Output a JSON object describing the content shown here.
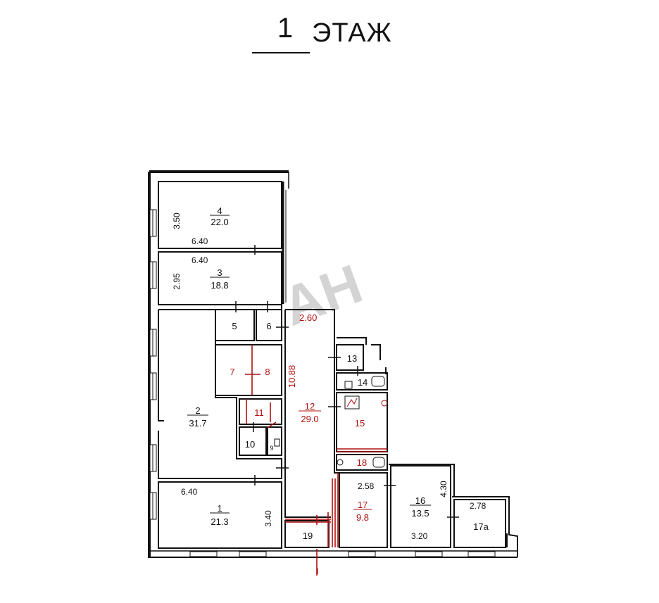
{
  "title": {
    "floor_number": "1",
    "floor_word": "ЭТАЖ"
  },
  "watermark": "АН",
  "rooms": [
    {
      "id": "r4",
      "number": "4",
      "area": "22.0"
    },
    {
      "id": "r3",
      "number": "3",
      "area": "18.8"
    },
    {
      "id": "r5",
      "number": "5"
    },
    {
      "id": "r6",
      "number": "6"
    },
    {
      "id": "r7",
      "number": "7"
    },
    {
      "id": "r8",
      "number": "8"
    },
    {
      "id": "r2",
      "number": "2",
      "area": "31.7"
    },
    {
      "id": "r11",
      "number": "11"
    },
    {
      "id": "r10",
      "number": "10"
    },
    {
      "id": "r9",
      "number": "9"
    },
    {
      "id": "r12",
      "number": "12",
      "area": "29.0"
    },
    {
      "id": "r13",
      "number": "13"
    },
    {
      "id": "r14",
      "number": "14"
    },
    {
      "id": "r15",
      "number": "15"
    },
    {
      "id": "r18",
      "number": "18"
    },
    {
      "id": "r17",
      "number": "17",
      "area": "9.8"
    },
    {
      "id": "r16",
      "number": "16",
      "area": "13.5"
    },
    {
      "id": "r17a",
      "number": "17а"
    },
    {
      "id": "r1",
      "number": "1",
      "area": "21.3"
    },
    {
      "id": "r19",
      "number": "19"
    }
  ],
  "dimensions": {
    "d_350": "3.50",
    "d_640_a": "6.40",
    "d_640_b": "6.40",
    "d_295": "2.95",
    "d_260": "2.60",
    "d_1088": "10.88",
    "d_258": "2.58",
    "d_430": "4.30",
    "d_278": "2.78",
    "d_320": "3.20",
    "d_640_c": "6.40",
    "d_340": "3.40"
  },
  "entrance_mark": "I",
  "colors": {
    "walls": "#111111",
    "annotation": "#b01010",
    "watermark": "#cfcfcf"
  }
}
